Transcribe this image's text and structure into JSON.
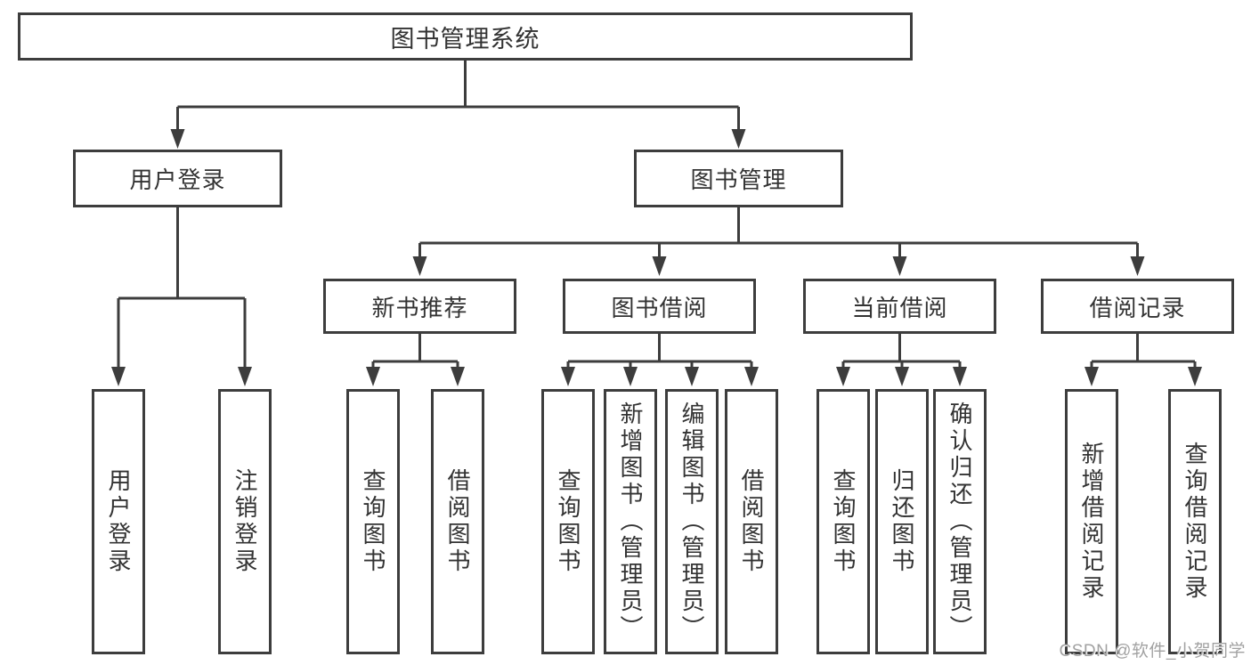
{
  "diagram_title": "图书管理系统",
  "nodes": {
    "root": "图书管理系统",
    "user_login": "用户登录",
    "book_mgmt": "图书管理",
    "new_books": "新书推荐",
    "book_borrow": "图书借阅",
    "current_borrow": "当前借阅",
    "borrow_records": "借阅记录",
    "leaf_user_login": "用户登录",
    "leaf_logout": "注销登录",
    "leaf_query_books_a": "查询图书",
    "leaf_borrow_books_a": "借阅图书",
    "leaf_query_books_b": "查询图书",
    "leaf_add_books_admin": "新增图书（管理员）",
    "leaf_edit_books_admin": "编辑图书（管理员）",
    "leaf_borrow_books_b": "借阅图书",
    "leaf_query_books_c": "查询图书",
    "leaf_return_books": "归还图书",
    "leaf_confirm_return_admin": "确认归还（管理员）",
    "leaf_add_borrow_record": "新增借阅记录",
    "leaf_query_borrow_record": "查询借阅记录"
  },
  "watermark": "CSDN @软件_小贺同学",
  "colors": {
    "line": "#3d3d3d",
    "text": "#333333",
    "background": "#ffffff",
    "watermark": "#a2a2a2"
  }
}
